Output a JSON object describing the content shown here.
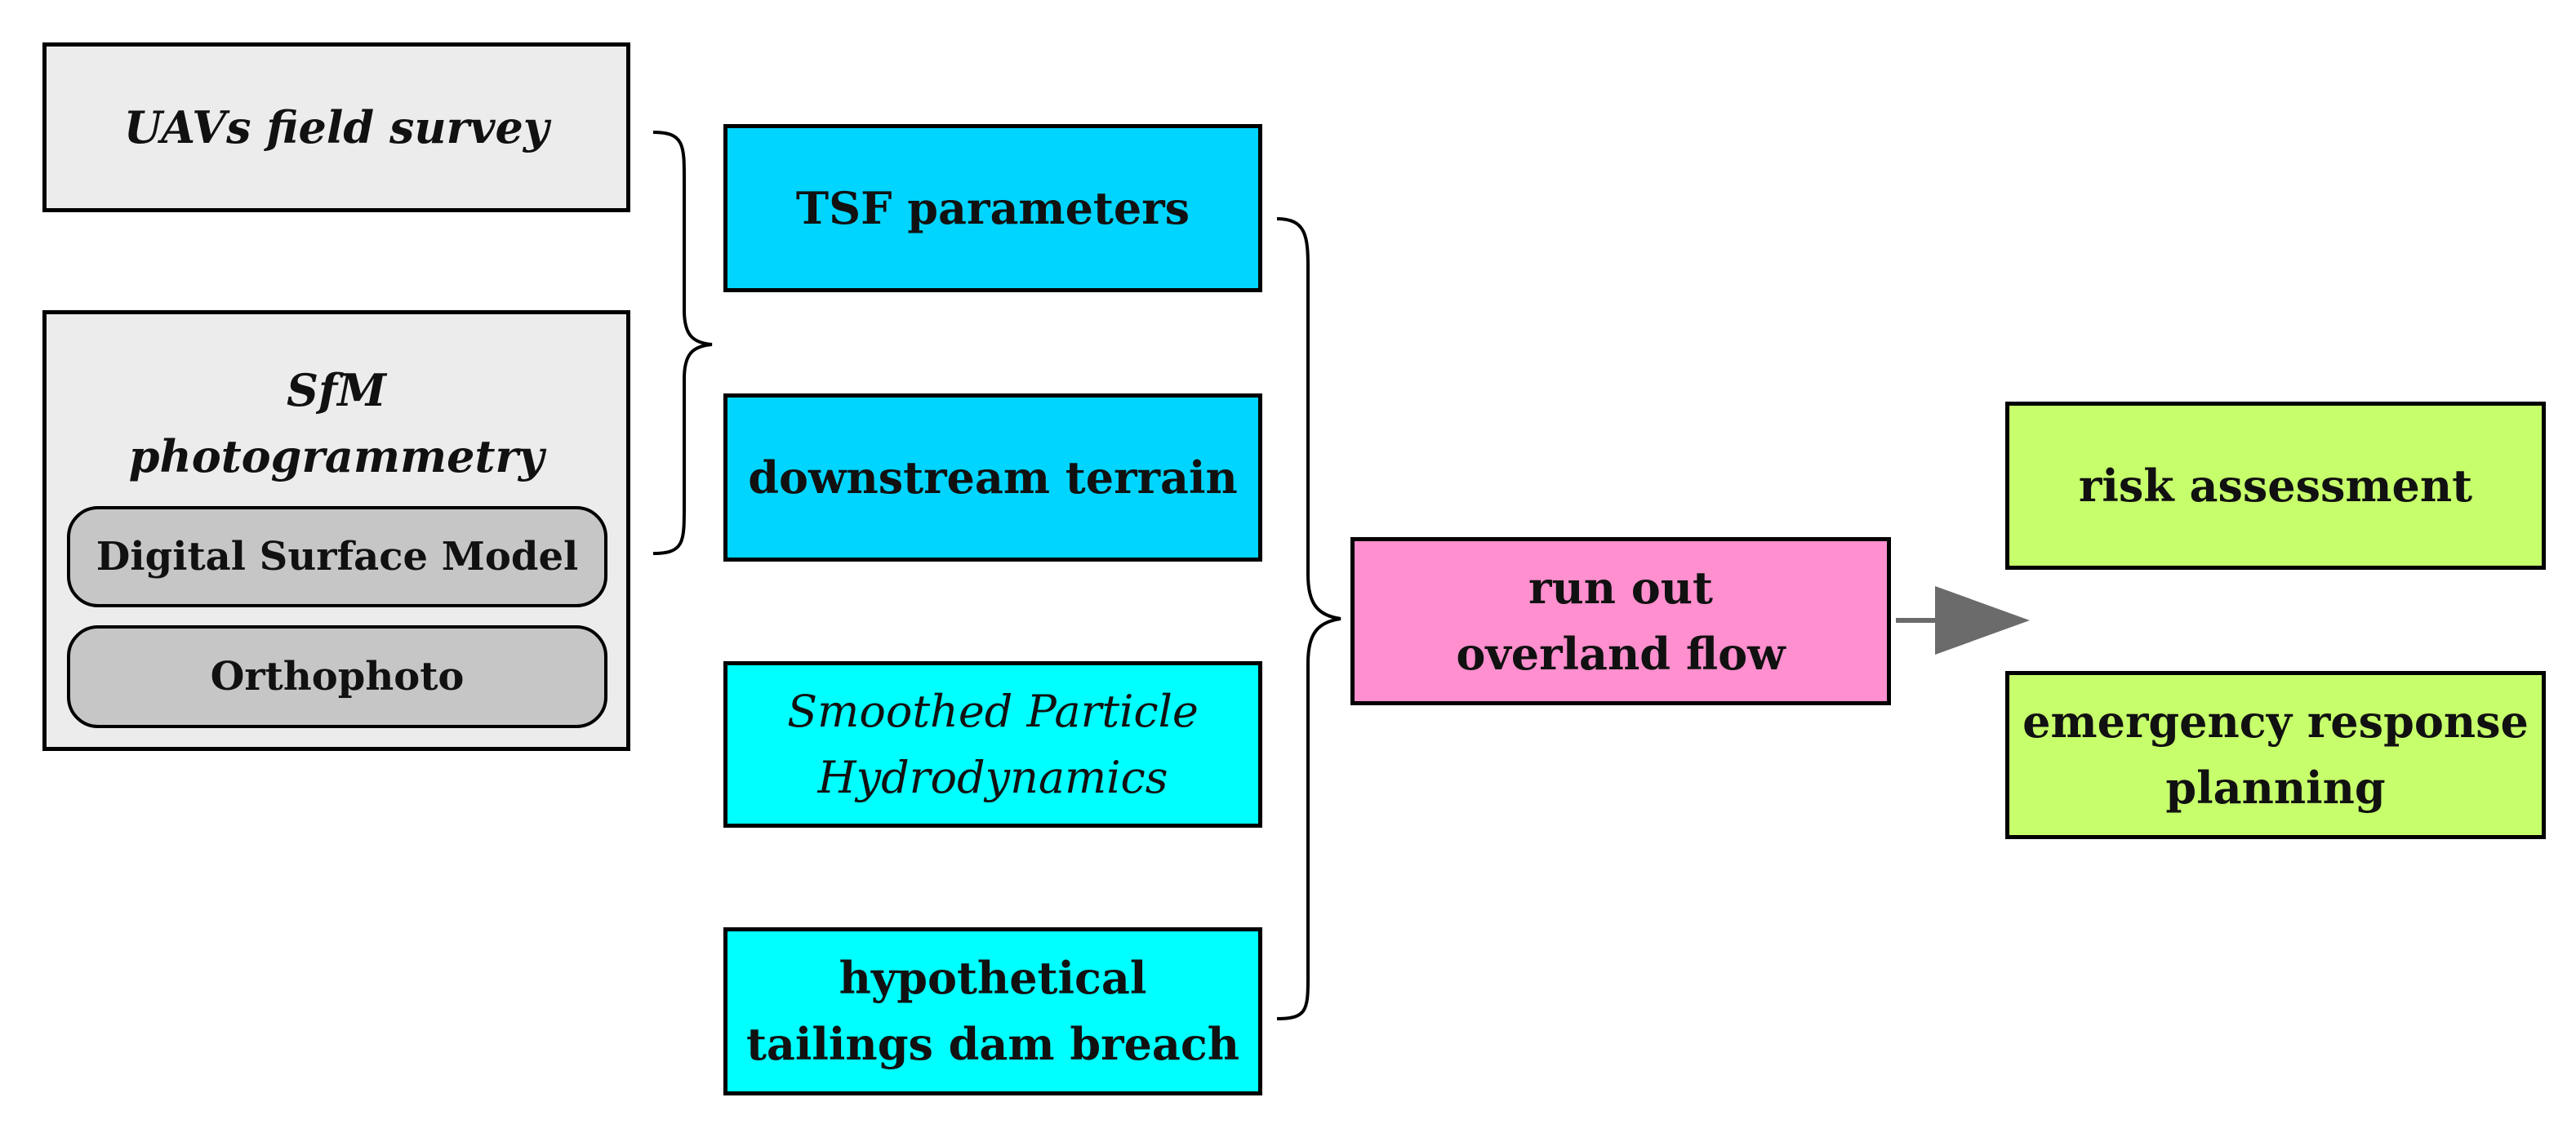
{
  "nodes": {
    "uav_survey": "UAVs field survey",
    "sfm": [
      "SfM",
      "photogrammetry"
    ],
    "dsm": "Digital Surface Model",
    "orthophoto": "Orthophoto",
    "tsf_parameters": "TSF parameters",
    "downstream_terrain": "downstream terrain",
    "sph": [
      "Smoothed Particle",
      "Hydrodynamics"
    ],
    "dam_breach": [
      "hypothetical",
      "tailings dam breach"
    ],
    "runout": [
      "run out",
      "overland flow"
    ],
    "risk": "risk assessment",
    "emergency": [
      "emergency response",
      "planning"
    ]
  },
  "colors": {
    "survey_fill": "#ececec",
    "sfm_fill": "#ececec",
    "sub_fill": "#c6c6c6",
    "input_blue": "#00d5ff",
    "input_cyan": "#00ffff",
    "runout_fill": "#ff8fce",
    "output_fill": "#c6ff6b",
    "arrow": "#6b6b6b"
  }
}
